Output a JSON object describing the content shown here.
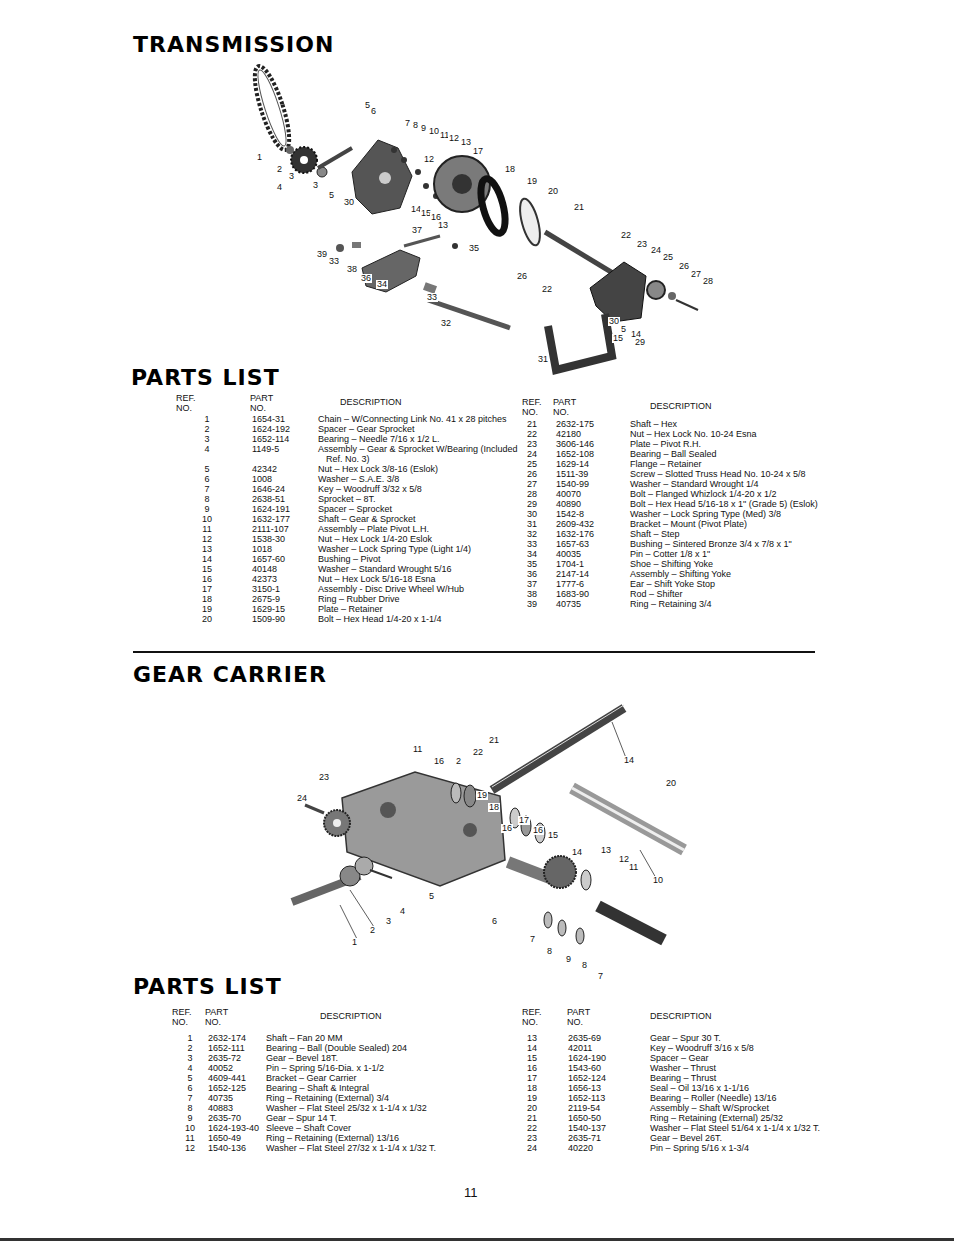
{
  "diagram": {
    "title": "TRANSMISSION",
    "labels": [
      "1",
      "2",
      "3",
      "4",
      "5",
      "6",
      "7",
      "8",
      "9",
      "10",
      "11",
      "12",
      "13",
      "17",
      "18",
      "19",
      "20",
      "21",
      "22",
      "23",
      "24",
      "25",
      "26",
      "27",
      "28",
      "3",
      "5",
      "30",
      "12",
      "14",
      "15",
      "16",
      "13",
      "37",
      "39",
      "33",
      "38",
      "36",
      "34",
      "35",
      "33",
      "32",
      "26",
      "22",
      "30",
      "5",
      "14",
      "15",
      "29",
      "31",
      "PARTS LIST",
      "REF. NO.",
      "PART NO.",
      "DESCRIPTION",
      "1",
      "1654-31",
      "Chain – W/Connecting Link No. 41 x 28 pitches",
      "2",
      "1624-192",
      "Spacer – Gear Sprocket",
      "3",
      "1652-114",
      "Bearing – Needle 7/16 x 1/2 L.",
      "4",
      "1149-5",
      "Assembly – Gear & Sprocket W/Bearing (Included Ref. No. 3)",
      "5",
      "42342",
      "Nut – Hex Lock 3/8-16 (Eslok)",
      "6",
      "1008",
      "Washer – S.A.E. 3/8",
      "7",
      "1646-24",
      "Key – Woodruff 3/32 x 5/8",
      "8",
      "2638-51",
      "Sprocket – 8T.",
      "9",
      "1624-191",
      "Spacer – Sprocket",
      "10",
      "1632-177",
      "Shaft – Gear & Sprocket",
      "11",
      "2111-107",
      "Assembly – Plate Pivot L.H.",
      "12",
      "1538-30",
      "Nut – Hex Lock 1/4-20 Eslok",
      "13",
      "1018",
      "Washer – Lock Spring Type (Light 1/4)",
      "14",
      "1657-60",
      "Bushing – Pivot",
      "15",
      "40148",
      "Washer – Standard Wrought 5/16",
      "16",
      "42373",
      "Nut – Hex Lock 5/16-18 Esna",
      "17",
      "3150-1",
      "Assembly - Disc Drive Wheel W/Hub",
      "18",
      "2675-9",
      "Ring – Rubber Drive",
      "19",
      "1629-15",
      "Plate – Retainer",
      "20",
      "1509-90",
      "Bolt – Hex Head 1/4-20 x 1-1/4",
      "REF. NO.",
      "PART NO.",
      "DESCRIPTION",
      "21",
      "2632-175",
      "Shaft – Hex",
      "22",
      "42180",
      "Nut – Hex Lock No. 10-24 Esna",
      "23",
      "3606-146",
      "Plate – Pivot R.H.",
      "24",
      "1652-108",
      "Bearing – Ball Sealed",
      "25",
      "1629-14",
      "Flange – Retainer",
      "26",
      "1511-39",
      "Screw – Slotted Truss Head No. 10-24 x 5/8",
      "27",
      "1540-99",
      "Washer – Standard Wrought 1/4",
      "28",
      "40070",
      "Bolt – Flanged Whizlock 1/4-20 x 1/2",
      "29",
      "40890",
      "Bolt – Hex Head 5/16-18 x 1\" (Grade 5) (Eslok)",
      "30",
      "1542-8",
      "Washer – Lock Spring Type (Med) 3/8",
      "31",
      "2609-432",
      "Bracket – Mount (Pivot Plate)",
      "32",
      "1632-176",
      "Shaft – Step",
      "33",
      "1657-63",
      "Bushing – Sintered Bronze 3/4 x 7/8 x 1\"",
      "34",
      "40035",
      "Pin – Cotter 1/8 x 1\"",
      "35",
      "1704-1",
      "Shoe – Shifting Yoke",
      "36",
      "2147-14",
      "Assembly – Shifting Yoke",
      "37",
      "1777-6",
      "Ear – Shift Yoke Stop",
      "38",
      "1683-90",
      "Rod – Shifter",
      "39",
      "40735",
      "Ring – Retaining 3/4",
      "GEAR CARRIER",
      "11",
      "16",
      "2",
      "22",
      "21",
      "23",
      "24",
      "19",
      "18",
      "16",
      "17",
      "16",
      "15",
      "14",
      "13",
      "12",
      "11",
      "10",
      "14",
      "20",
      "5",
      "4",
      "3",
      "2",
      "1",
      "6",
      "7",
      "8",
      "9",
      "8",
      "7",
      "PARTS LIST",
      "REF. NO.",
      "PART NO.",
      "DESCRIPTION",
      "1",
      "2632-174",
      "Shaft – Fan 20 MM",
      "2",
      "1652-111",
      "Bearing – Ball (Double Sealed) 204",
      "3",
      "2635-72",
      "Gear – Bevel 18T.",
      "4",
      "40052",
      "Pin – Spring 5/16-Dia. x 1-1/2",
      "5",
      "4609-441",
      "Bracket – Gear Carrier",
      "6",
      "1652-125",
      "Bearing – Shaft & Integral",
      "7",
      "40735",
      "Ring – Retaining (External) 3/4",
      "8",
      "40883",
      "Washer – Flat Steel 25/32 x 1-1/4 x 1/32",
      "9",
      "2635-70",
      "Gear – Spur 14 T.",
      "10",
      "1624-193-40",
      "Sleeve – Shaft Cover",
      "11",
      "1650-49",
      "Ring – Retaining (External) 13/16",
      "12",
      "1540-136",
      "Washer – Flat Steel 27/32 x 1-1/4 x 1/32 T.",
      "REF. NO.",
      "PART NO.",
      "DESCRIPTION",
      "13",
      "2635-69",
      "Gear – Spur 30 T.",
      "14",
      "42011",
      "Key – Woodruff 3/16 x 5/8",
      "15",
      "1624-190",
      "Spacer – Gear",
      "16",
      "1543-60",
      "Washer – Thrust",
      "17",
      "1652-124",
      "Bearing – Thrust",
      "18",
      "1656-13",
      "Seal – Oil 13/16 x 1-1/16",
      "19",
      "1652-113",
      "Bearing – Roller (Needle) 13/16",
      "20",
      "2119-54",
      "Assembly – Shaft W/Sprocket",
      "21",
      "1650-50",
      "Ring – Retaining (External) 25/32",
      "22",
      "1540-137",
      "Washer – Flat Steel 51/64 x 1-1/4 x 1/32 T.",
      "23",
      "2635-71",
      "Gear – Bevel 26T.",
      "24",
      "40220",
      "Pin – Spring 5/16 x 1-3/4",
      "11"
    ]
  }
}
